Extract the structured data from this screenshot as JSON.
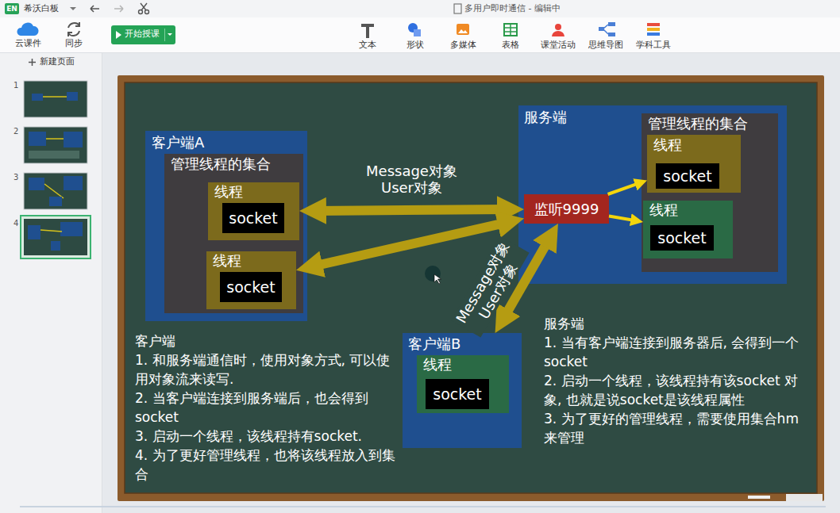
{
  "diagram": {
    "nodes": [
      {
        "text": [
          "客户端A"
        ]
      },
      {
        "text": [
          "管理线程的集合"
        ],
        "in": 0
      },
      {
        "text": [
          "线程"
        ],
        "in": 1
      },
      {
        "text": [
          "socket"
        ],
        "in": 2
      },
      {
        "text": [
          "线程"
        ],
        "in": 1
      },
      {
        "text": [
          "socket"
        ],
        "in": 4
      },
      {
        "text": [
          "服务端"
        ]
      },
      {
        "text": [
          "监听9999"
        ],
        "in": 6
      },
      {
        "text": [
          "管理线程的集合"
        ],
        "in": 6
      },
      {
        "text": [
          "线程"
        ],
        "in": 8
      },
      {
        "text": [
          "socket"
        ],
        "in": 9
      },
      {
        "text": [
          "线程"
        ],
        "in": 8
      },
      {
        "text": [
          "socket"
        ],
        "in": 11
      },
      {
        "text": [
          "客户端B"
        ]
      },
      {
        "text": [
          "线程"
        ],
        "in": 13
      },
      {
        "text": [
          "socket"
        ],
        "in": 14
      }
    ],
    "edges": [
      {
        "from": 2,
        "to": 7,
        "arrow": "both",
        "label": "Message对象 User对象"
      },
      {
        "from": 4,
        "to": 7,
        "arrow": "both"
      },
      {
        "from": 13,
        "to": 7,
        "arrow": "both",
        "label": "Message对象 User对象"
      },
      {
        "from": 7,
        "to": 9,
        "arrow": "to"
      },
      {
        "from": 7,
        "to": 11,
        "arrow": "to"
      }
    ],
    "labels": [
      "EN",
      "希沃白板",
      "多用户即时通信 - 编辑中",
      "云课件",
      "同步",
      "开始授课",
      "文本",
      "形状",
      "多媒体",
      "表格",
      "课堂活动",
      "思维导图",
      "学科工具",
      "新建页面",
      "1",
      "2",
      "3",
      "4",
      "客户端",
      "1. 和服务端通信时，使用对象方式, 可以使用对象流来读写.",
      "2. 当客户端连接到服务端后，也会得到 socket",
      "3. 启动一个线程，该线程持有socket.",
      "4. 为了更好管理线程，也将该线程放入到集合",
      "服务端",
      "1. 当有客户端连接到服务器后, 会得到一个 socket",
      "2. 启动一个线程，该线程持有该socket 对象, 也就是说socket是该线程属性",
      "3. 为了更好的管理线程，需要使用集合hm 来管理"
    ]
  }
}
